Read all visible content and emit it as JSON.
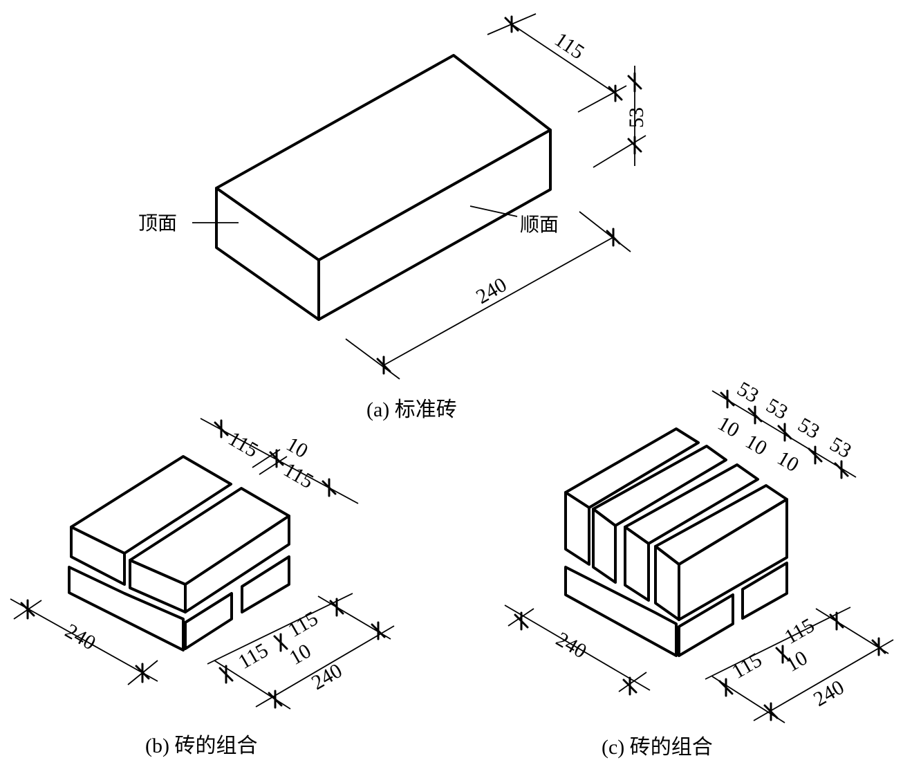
{
  "figure_a": {
    "caption": "(a) 标准砖",
    "face_top_label": "顶面",
    "face_stretcher_label": "顺面",
    "dim_width": "115",
    "dim_height": "53",
    "dim_length": "240"
  },
  "figure_b": {
    "caption": "(b) 砖的组合",
    "top_dims": [
      "115",
      "10",
      "115"
    ],
    "bottom_dims": [
      "115",
      "115",
      "10",
      "240"
    ],
    "left_dim": "240"
  },
  "figure_c": {
    "caption": "(c) 砖的组合",
    "top_dims_53": [
      "53",
      "53",
      "53",
      "53"
    ],
    "top_dims_10": [
      "10",
      "10",
      "10"
    ],
    "bottom_dims": [
      "115",
      "115",
      "10",
      "240"
    ],
    "left_dim": "240"
  }
}
